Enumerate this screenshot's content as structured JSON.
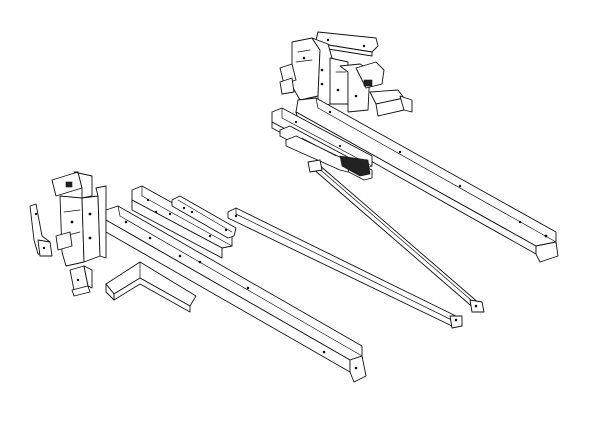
{
  "drawing": {
    "description_type": "exploded-view-line-drawing",
    "line_color": "#111111",
    "background_color": "#ffffff",
    "assemblies": [
      {
        "name": "rear-frame-assembly",
        "parts": [
          "upright-bracket",
          "top-bracket",
          "long-channel-rail",
          "double-rail",
          "cross-brace-rod"
        ]
      },
      {
        "name": "front-frame-assembly",
        "parts": [
          "side-bracket-plate",
          "small-tabs",
          "l-channel",
          "long-angle-rail",
          "flat-strap-rail",
          "short-strap"
        ]
      }
    ]
  }
}
